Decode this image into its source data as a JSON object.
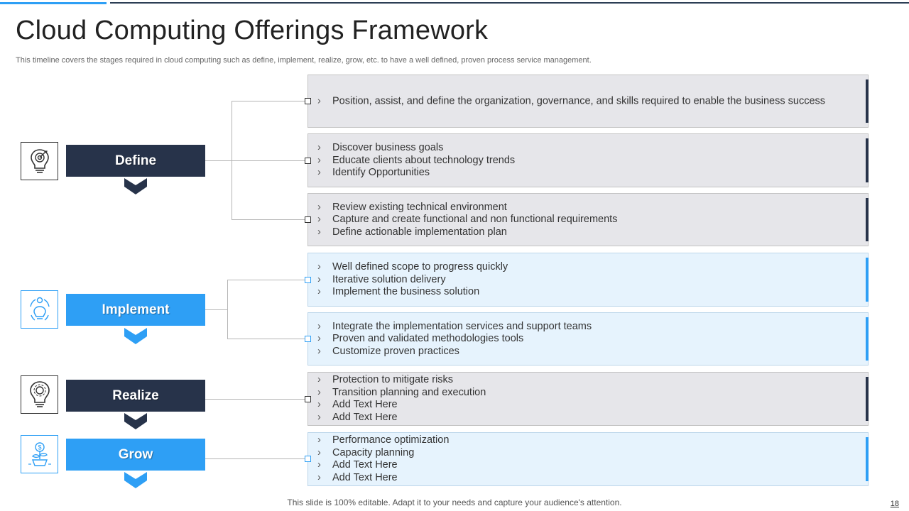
{
  "header": {
    "title": "Cloud Computing Offerings Framework",
    "subtitle": "This timeline covers the stages required in cloud computing such as define, implement, realize, grow, etc. to have a well defined, proven process service management."
  },
  "stages": [
    {
      "label": "Define",
      "icon": "lightbulb-target-icon",
      "color": "#27334a"
    },
    {
      "label": "Implement",
      "icon": "cycle-gear-icon",
      "color": "#2e9ff5"
    },
    {
      "label": "Realize",
      "icon": "lightbulb-gear-icon",
      "color": "#27334a"
    },
    {
      "label": "Grow",
      "icon": "money-plant-icon",
      "color": "#2e9ff5"
    }
  ],
  "bullet_mark": "›",
  "panels": [
    {
      "items": [
        "Position, assist, and define the organization, governance, and skills required to enable the business success"
      ]
    },
    {
      "items": [
        "Discover business goals",
        "Educate clients about technology trends",
        "Identify Opportunities"
      ]
    },
    {
      "items": [
        "Review existing technical environment",
        "Capture and create functional and non functional requirements",
        "Define actionable implementation plan"
      ]
    },
    {
      "items": [
        "Well defined scope to progress quickly",
        "Iterative solution delivery",
        "Implement the business solution"
      ]
    },
    {
      "items": [
        "Integrate the implementation services and support teams",
        "Proven and validated methodologies tools",
        "Customize proven practices"
      ]
    },
    {
      "items": [
        "Protection to mitigate risks",
        "Transition planning and execution",
        "Add Text Here",
        "Add Text Here"
      ]
    },
    {
      "items": [
        "Performance optimization",
        "Capacity planning",
        "Add Text Here",
        "Add Text Here"
      ]
    }
  ],
  "footer": {
    "note": "This slide is 100% editable. Adapt it to your needs and capture your audience's attention.",
    "page_number": "18"
  }
}
